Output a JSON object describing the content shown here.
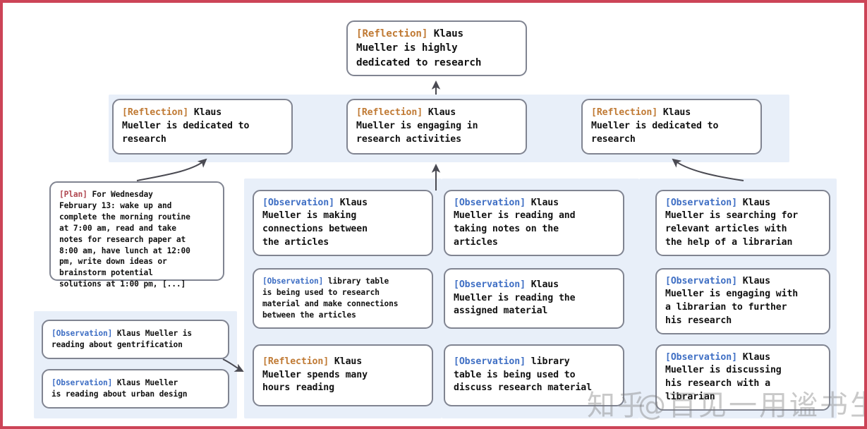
{
  "figure": {
    "border_color": "#cc4457",
    "panel_bg": "#e8eff9",
    "node_border": "#808491",
    "reflection_tag_color": "#c07a34",
    "observation_tag_color": "#3f6fc4",
    "plan_tag_color": "#b0464f"
  },
  "watermark": {
    "left_text": "知乎",
    "right_text": "@百见一用谧书生"
  },
  "top": {
    "tag": "[Reflection]",
    "text": " Klaus\nMueller is highly\ndedicated to research"
  },
  "mid": [
    {
      "tag": "[Reflection]",
      "text": " Klaus\nMueller is dedicated to\nresearch"
    },
    {
      "tag": "[Reflection]",
      "text": " Klaus\nMueller is engaging in\nresearch activities"
    },
    {
      "tag": "[Reflection]",
      "text": " Klaus\nMueller is dedicated to\nresearch"
    }
  ],
  "plan": {
    "tag": "[Plan]",
    "text": " For Wednesday\nFebruary 13: wake up and\ncomplete the morning routine\nat 7:00 am, read and take\nnotes for research paper at\n8:00 am, have lunch at 12:00\npm, write down ideas or\nbrainstorm potential\nsolutions at 1:00 pm, [...]"
  },
  "left_observations": [
    {
      "tag": "[Observation]",
      "text": " Klaus Mueller is\nreading about gentrification"
    },
    {
      "tag": "[Observation]",
      "text": " Klaus Mueller\nis reading about urban design"
    }
  ],
  "col1": [
    {
      "tag": "[Observation]",
      "text": " Klaus\nMueller is making\nconnections between\nthe articles"
    },
    {
      "tag": "[Observation]",
      "text": " library table\nis being used to research\nmaterial and make connections\nbetween the articles"
    },
    {
      "tag": "[Reflection]",
      "text": " Klaus\nMueller spends many\nhours reading"
    }
  ],
  "col2": [
    {
      "tag": "[Observation]",
      "text": " Klaus\nMueller is reading and\ntaking notes on the\narticles"
    },
    {
      "tag": "[Observation]",
      "text": " Klaus\nMueller is reading the\nassigned material"
    },
    {
      "tag": "[Observation]",
      "text": " library\ntable is being used to\ndiscuss research material"
    }
  ],
  "col3": [
    {
      "tag": "[Observation]",
      "text": " Klaus\nMueller is searching for\nrelevant articles with\nthe help of a librarian"
    },
    {
      "tag": "[Observation]",
      "text": " Klaus\nMueller is engaging with\na librarian to further\nhis research"
    },
    {
      "tag": "[Observation]",
      "text": " Klaus\nMueller is discussing\nhis research with a\nlibrarian"
    }
  ]
}
